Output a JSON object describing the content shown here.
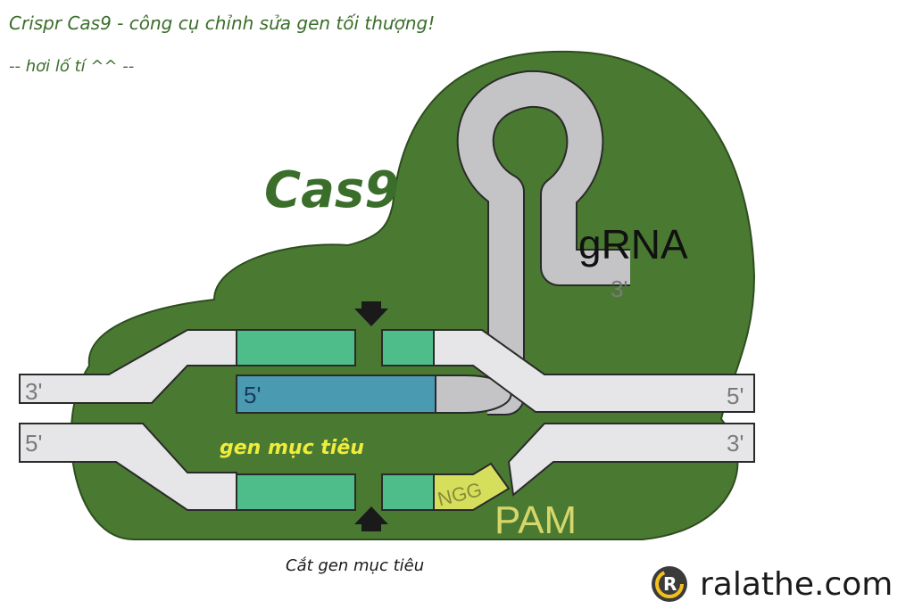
{
  "header": {
    "title": "Crispr Cas9 - công cụ chỉnh sửa gen tối thượng!",
    "subtitle": "-- hơi lố tí ^^ --"
  },
  "diagram": {
    "protein_label": "Cas9",
    "grna_label": "gRNA",
    "grna_end": "3'",
    "grna_start": "5'",
    "strand_top_left": "3'",
    "strand_top_right": "5'",
    "strand_bottom_left": "5'",
    "strand_bottom_right": "3'",
    "target_label": "gen mục tiêu",
    "pam_seq": "NGG",
    "pam_label": "PAM",
    "colors": {
      "cas9": "#4a7a32",
      "strand": "#e6e6e8",
      "grna": "#c4c4c6",
      "target": "#4fbd8a",
      "guide": "#4a9ab2",
      "pam": "#d6df5c",
      "target_text": "#f0ec3c",
      "arrow": "#1a1a1a"
    }
  },
  "caption": "Cắt gen mục tiêu",
  "footer": {
    "brand": "ralathe.com",
    "logo_icon": "r-circle-logo-icon"
  }
}
